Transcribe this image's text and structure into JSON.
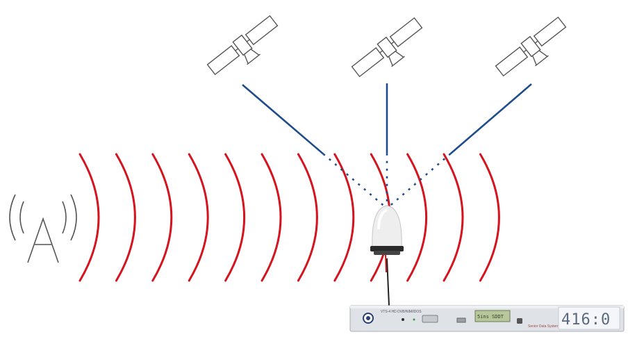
{
  "colors": {
    "wave": "#d4141e",
    "satellite_link": "#1f4d8c",
    "outline": "#555555",
    "background": "#ffffff"
  },
  "icons": [
    "satellite-icon",
    "radio-tower-icon",
    "gps-antenna-icon",
    "rack-receiver-icon"
  ],
  "satellites": [
    {
      "name": "satellite-left"
    },
    {
      "name": "satellite-center"
    },
    {
      "name": "satellite-right"
    }
  ],
  "wave_count": 12,
  "device": {
    "model_label": "VTS-4 HD DVB/NIM/IDOS",
    "lcd_text": "5ins  SDDT",
    "segment_display": "416:0",
    "brand": "Senior Data Systems"
  }
}
